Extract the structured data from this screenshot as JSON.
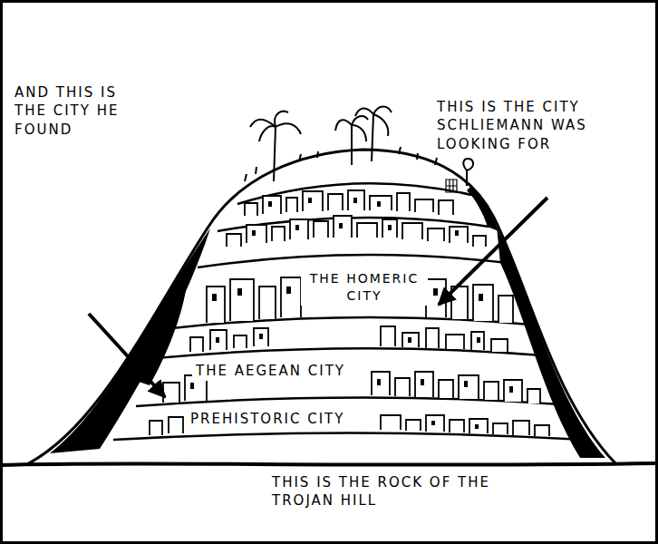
{
  "diagram": {
    "labels": [
      "THIS IS THE CITY SCHLIEMANN WAS LOOKING FOR",
      "AND THIS IS THE CITY HE FOUND",
      "THE HOMERIC CITY",
      "THE AEGEAN CITY",
      "PREHISTORIC CITY",
      "THIS IS THE ROCK OF THE TROJAN HILL"
    ]
  }
}
